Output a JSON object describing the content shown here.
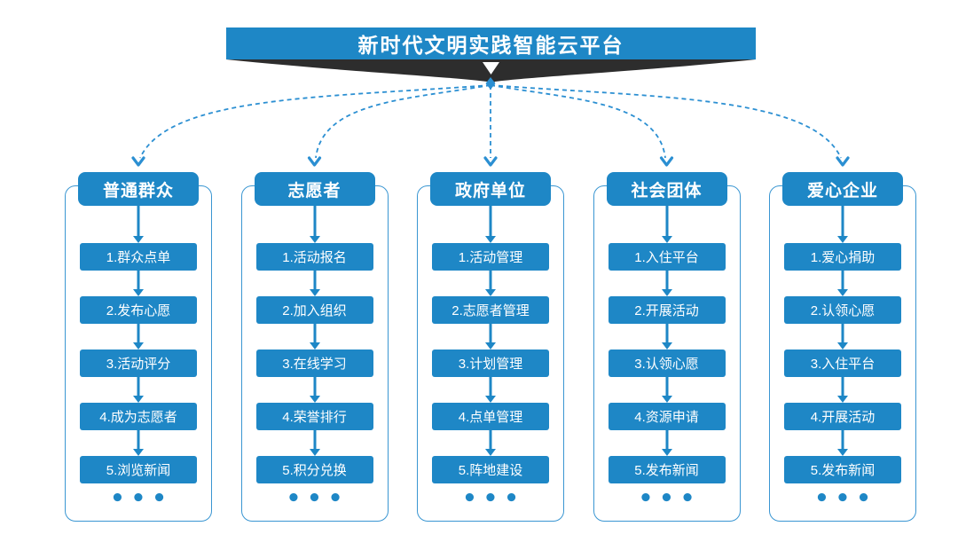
{
  "title": "新时代文明实践智能云平台",
  "colors": {
    "primary": "#1e87c6",
    "connector": "#2b8fd2",
    "border": "#3a96d2",
    "dark": "#2d2d2d",
    "background": "#ffffff"
  },
  "columns": [
    {
      "header": "普通群众",
      "items": [
        "1.群众点单",
        "2.发布心愿",
        "3.活动评分",
        "4.成为志愿者",
        "5.浏览新闻"
      ],
      "ellipsis": "•••"
    },
    {
      "header": "志愿者",
      "items": [
        "1.活动报名",
        "2.加入组织",
        "3.在线学习",
        "4.荣誉排行",
        "5.积分兑换"
      ],
      "ellipsis": "•••"
    },
    {
      "header": "政府单位",
      "items": [
        "1.活动管理",
        "2.志愿者管理",
        "3.计划管理",
        "4.点单管理",
        "5.阵地建设"
      ],
      "ellipsis": "•••"
    },
    {
      "header": "社会团体",
      "items": [
        "1.入住平台",
        "2.开展活动",
        "3.认领心愿",
        "4.资源申请",
        "5.发布新闻"
      ],
      "ellipsis": "•••"
    },
    {
      "header": "爱心企业",
      "items": [
        "1.爱心捐助",
        "2.认领心愿",
        "3.入住平台",
        "4.开展活动",
        "5.发布新闻"
      ],
      "ellipsis": "•••"
    }
  ]
}
